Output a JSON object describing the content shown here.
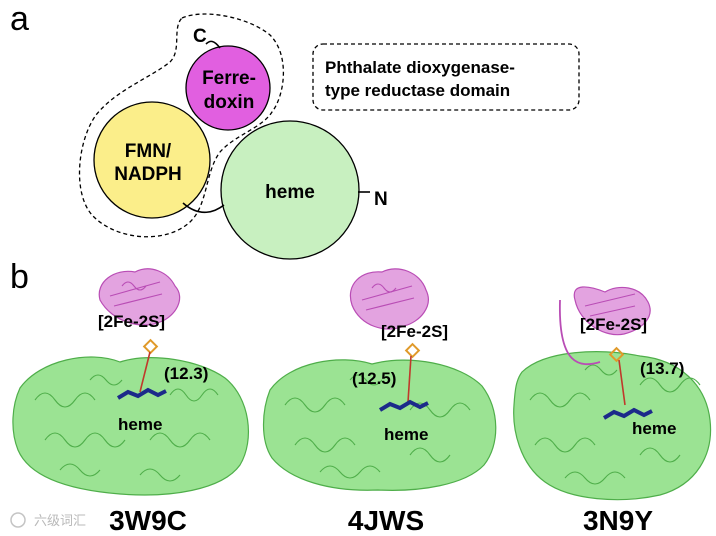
{
  "panel_a": {
    "label": "a",
    "c_terminus": "C",
    "n_terminus": "N",
    "ferredoxin": [
      "Ferre-",
      "doxin"
    ],
    "fmn_nadph": [
      "FMN/",
      "NADPH"
    ],
    "heme": "heme",
    "domain_note": [
      "Phthalate dioxygenase-",
      "type reductase domain"
    ]
  },
  "panel_b": {
    "label": "b",
    "structures": [
      {
        "pdb": "3W9C",
        "cluster": "[2Fe-2S]",
        "distance": "(12.3)",
        "heme": "heme"
      },
      {
        "pdb": "4JWS",
        "cluster": "[2Fe-2S]",
        "distance": "(12.5)",
        "heme": "heme"
      },
      {
        "pdb": "3N9Y",
        "cluster": "[2Fe-2S]",
        "distance": "(13.7)",
        "heme": "heme"
      }
    ]
  },
  "watermark": "六级词汇",
  "colors": {
    "ferredoxin": "#e15fe0",
    "fmn": "#fbee8a",
    "heme_domain": "#c8f0c0",
    "protein_green": "#7fd87a",
    "protein_magenta": "#d97ad6",
    "heme_stick": "#1c2a8a",
    "cluster": "#e09a2a"
  }
}
